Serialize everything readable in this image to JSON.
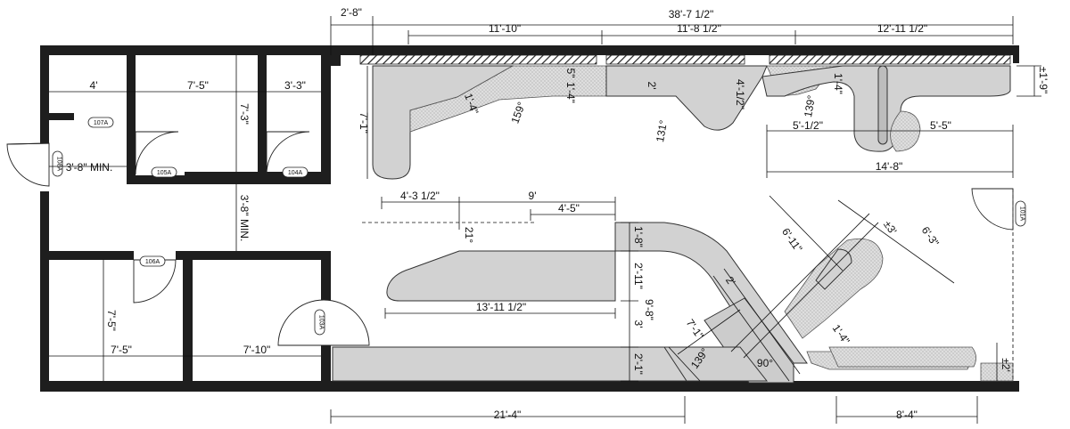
{
  "plan": {
    "overall_dims": {
      "top_small": "2'-8\"",
      "top_total": "38'-7 1/2\"",
      "seg_a": "11'-10\"",
      "seg_b": "11'-8 1/2\"",
      "seg_c": "12'-11 1/2\"",
      "bottom_left": "21'-4\"",
      "bottom_right": "8'-4\""
    },
    "rooms": {
      "w_107": "4'",
      "w_105": "7'-5\"",
      "w_104": "3'-3\"",
      "h_top_rooms": "7'-3\"",
      "corridor_min_h": "3'-8\" MIN.",
      "corridor_min_v": "3'-8\" MIN.",
      "h_106": "7'-5\"",
      "w_106": "7'-5\"",
      "w_103": "7'-10\""
    },
    "doors": [
      "107A",
      "108A",
      "105A",
      "104A",
      "106A",
      "103A",
      "101A"
    ],
    "counter_dims": {
      "left_depth": "7'-1\"",
      "diag_width": "1'-4\"",
      "angle_a": "159°",
      "small_5": "5\"",
      "small_1_4": "1'-4\"",
      "two_ft": "2'",
      "depth_4": "4'-1/2\"",
      "angle_b": "131°",
      "angle_c": "139°",
      "right_1_4": "1'-4\"",
      "right_edge": "±1'-9\"",
      "w_5_half": "5'-1/2\"",
      "w_5_5": "5'-5\"",
      "w_14_8": "14'-8\""
    },
    "island_dims": {
      "offset": "4'-3 1/2\"",
      "top_9": "9'",
      "top_4_5": "4'-5\"",
      "angle": "21°",
      "depth_1_8": "1'-8\"",
      "depth_2_11": "2'-11\"",
      "length": "13'-11 1/2\"",
      "gap_3": "3'",
      "total_9_8": "9'-8\"",
      "bottom_2_1": "2'-1\""
    },
    "diagonal_dims": {
      "d_6_11": "6'-11\"",
      "d_3": "±3'",
      "d_6_3": "6'-3\"",
      "d_2": "2'",
      "d_7_1": "7'-1\"",
      "d_1_4": "1'-4\"",
      "angle_139": "139°",
      "angle_90": "90°",
      "d_2r": "±2'"
    }
  }
}
